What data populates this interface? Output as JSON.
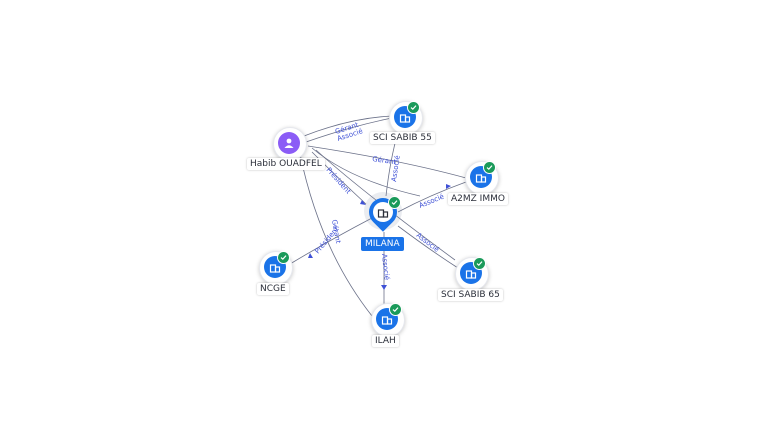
{
  "colors": {
    "company": "#1a73e8",
    "person": "#8b5cf6",
    "verified": "#1a9a5a",
    "edge": "#6b7189",
    "edge_label": "#3f51d6"
  },
  "main_node": {
    "label": "MILANA",
    "icon": "building-icon",
    "verified": true
  },
  "person_node": {
    "label": "Habib OUADFEL",
    "icon": "person-icon"
  },
  "companies": [
    {
      "id": "sci55",
      "label": "SCI SABIB 55",
      "icon": "building-icon",
      "verified": true
    },
    {
      "id": "a2mz",
      "label": "A2MZ IMMO",
      "icon": "building-icon",
      "verified": true
    },
    {
      "id": "sci65",
      "label": "SCI SABIB 65",
      "icon": "building-icon",
      "verified": true
    },
    {
      "id": "ilah",
      "label": "ILAH",
      "icon": "building-icon",
      "verified": true
    },
    {
      "id": "ncge",
      "label": "NCGE",
      "icon": "building-icon",
      "verified": true
    }
  ],
  "edges": [
    {
      "from": "habib",
      "to": "sci55",
      "label": "Gérant"
    },
    {
      "from": "habib",
      "to": "sci55",
      "label": "Associé"
    },
    {
      "from": "habib",
      "to": "a2mz",
      "label": "Gérant"
    },
    {
      "from": "habib",
      "to": "milana",
      "label": "Président"
    },
    {
      "from": "habib",
      "to": "ilah",
      "label": "Gérant"
    },
    {
      "from": "milana",
      "to": "sci55",
      "label": "Associé"
    },
    {
      "from": "milana",
      "to": "a2mz",
      "label": "Associé"
    },
    {
      "from": "milana",
      "to": "sci65",
      "label": "Associé"
    },
    {
      "from": "milana",
      "to": "ilah",
      "label": "Associé"
    },
    {
      "from": "milana",
      "to": "ncge",
      "label": "Président"
    }
  ]
}
